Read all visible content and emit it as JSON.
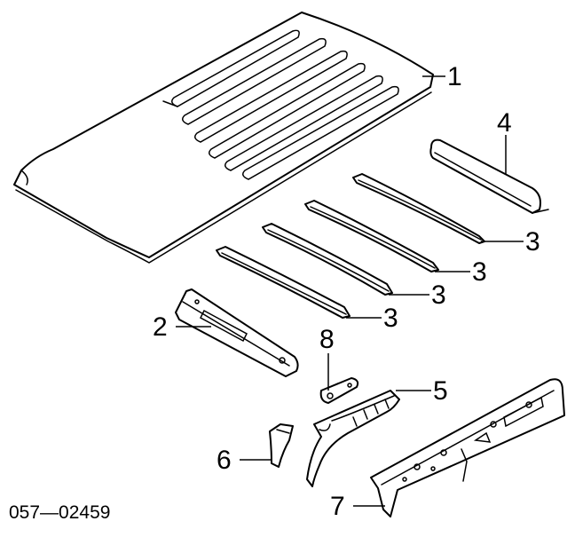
{
  "diagram": {
    "parts": [
      {
        "id": "roof-panel",
        "callout": "1"
      },
      {
        "id": "roof-bow-a",
        "callout": "3"
      },
      {
        "id": "roof-bow-b",
        "callout": "3"
      },
      {
        "id": "roof-bow-c",
        "callout": "3"
      },
      {
        "id": "roof-bow-d",
        "callout": "3"
      },
      {
        "id": "roof-rail-rear",
        "callout": "4"
      },
      {
        "id": "front-header-rail",
        "callout": "2"
      },
      {
        "id": "small-bracket",
        "callout": "8"
      },
      {
        "id": "pillar-reinforcement",
        "callout": "5"
      },
      {
        "id": "corner-gusset",
        "callout": "6"
      },
      {
        "id": "side-rail-inner",
        "callout": "7"
      }
    ],
    "reference_code": "057—02459"
  }
}
